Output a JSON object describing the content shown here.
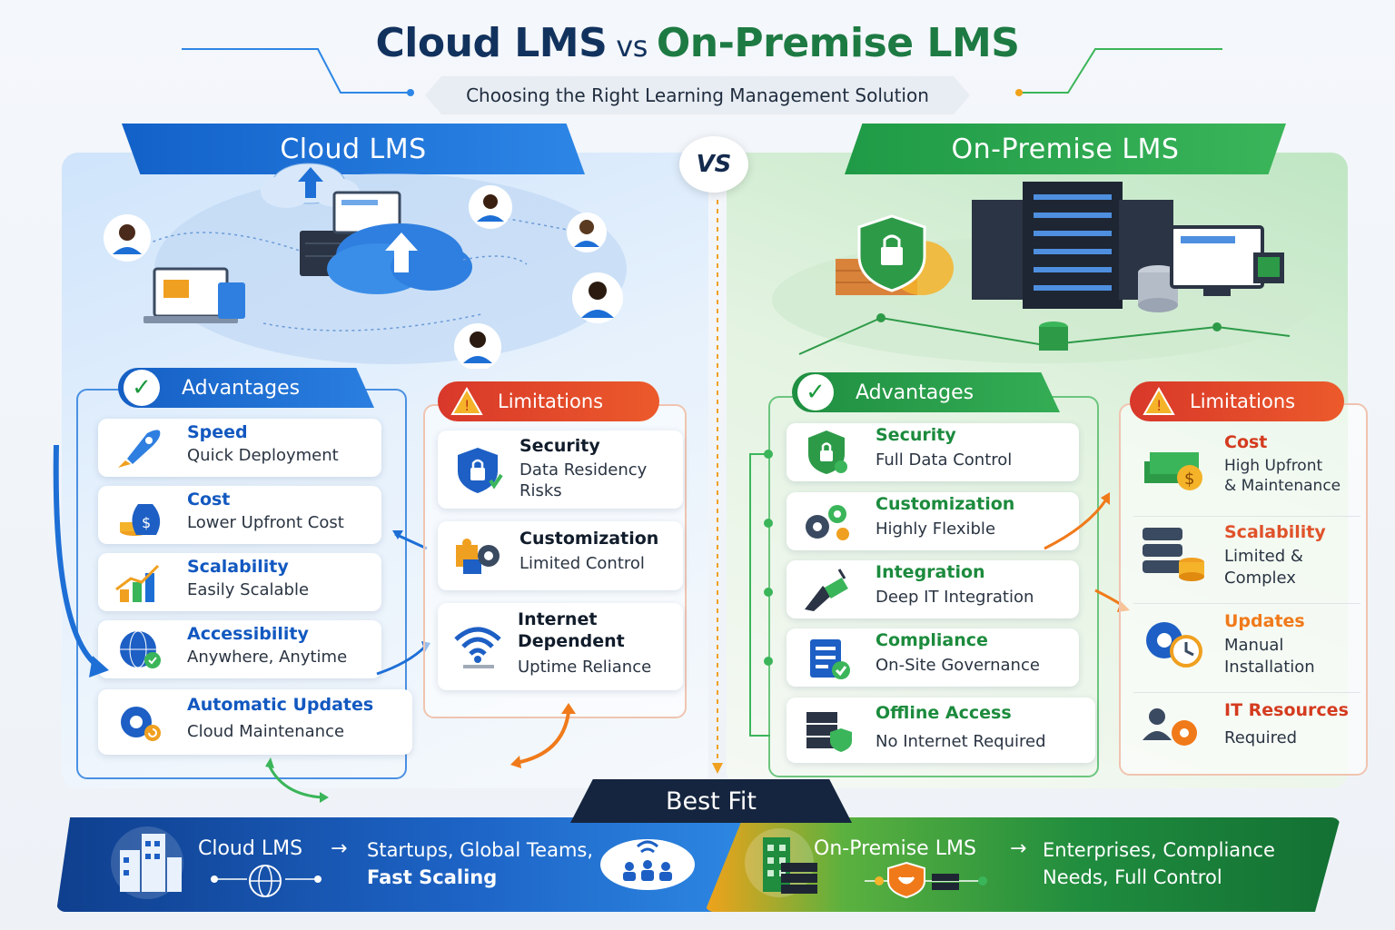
{
  "header": {
    "title_left": "Cloud LMS",
    "title_vs": "vs",
    "title_right": "On-Premise LMS",
    "subtitle": "Choosing the Right Learning Management Solution"
  },
  "vs_badge": "VS",
  "cloud": {
    "banner": "Cloud LMS",
    "advantages_label": "Advantages",
    "limitations_label": "Limitations",
    "advantages": [
      {
        "title": "Speed",
        "sub": "Quick Deployment",
        "icon": "rocket-icon"
      },
      {
        "title": "Cost",
        "sub": "Lower Upfront Cost",
        "icon": "money-bag-icon"
      },
      {
        "title": "Scalability",
        "sub": "Easily Scalable",
        "icon": "growth-chart-icon"
      },
      {
        "title": "Accessibility",
        "sub": "Anywhere, Anytime",
        "icon": "globe-icon"
      },
      {
        "title": "Automatic Updates",
        "sub": "Cloud Maintenance",
        "icon": "gear-update-icon"
      }
    ],
    "limitations": [
      {
        "title": "Security",
        "sub": "Data Residency Risks",
        "icon": "shield-lock-icon"
      },
      {
        "title": "Customization",
        "sub": "Limited Control",
        "icon": "puzzle-gear-icon"
      },
      {
        "title": "Internet Dependent",
        "sub": "Uptime Reliance",
        "icon": "wifi-icon"
      }
    ]
  },
  "onprem": {
    "banner": "On-Premise LMS",
    "advantages_label": "Advantages",
    "limitations_label": "Limitations",
    "advantages": [
      {
        "title": "Security",
        "sub": "Full Data Control",
        "icon": "shield-lock-icon"
      },
      {
        "title": "Customization",
        "sub": "Highly Flexible",
        "icon": "gears-icon"
      },
      {
        "title": "Integration",
        "sub": "Deep IT Integration",
        "icon": "plug-icon"
      },
      {
        "title": "Compliance",
        "sub": "On-Site Governance",
        "icon": "checklist-icon"
      },
      {
        "title": "Offline Access",
        "sub": "No Internet Required",
        "icon": "server-shield-icon"
      }
    ],
    "limitations": [
      {
        "title": "Cost",
        "sub1": "High Upfront",
        "sub2": "& Maintenance",
        "icon": "cash-stack-icon"
      },
      {
        "title": "Scalability",
        "sub1": "Limited &",
        "sub2": "Complex",
        "icon": "database-icon"
      },
      {
        "title": "Updates",
        "sub1": "Manual",
        "sub2": "Installation",
        "icon": "gear-clock-icon"
      },
      {
        "title": "IT Resources",
        "sub1": "Required",
        "sub2": "",
        "icon": "people-gear-icon"
      }
    ]
  },
  "best_fit": {
    "label": "Best Fit",
    "cloud_label": "Cloud LMS",
    "cloud_line1": "Startups, Global Teams,",
    "cloud_line2": "Fast Scaling",
    "onprem_label": "On-Premise LMS",
    "onprem_line1": "Enterprises, Compliance",
    "onprem_line2": "Needs, Full Control",
    "arrow": "→"
  },
  "colors": {
    "cloud_blue": "#1d6fd6",
    "onprem_green": "#25a04a",
    "limitation_red": "#e0452a",
    "navy": "#12325e"
  }
}
